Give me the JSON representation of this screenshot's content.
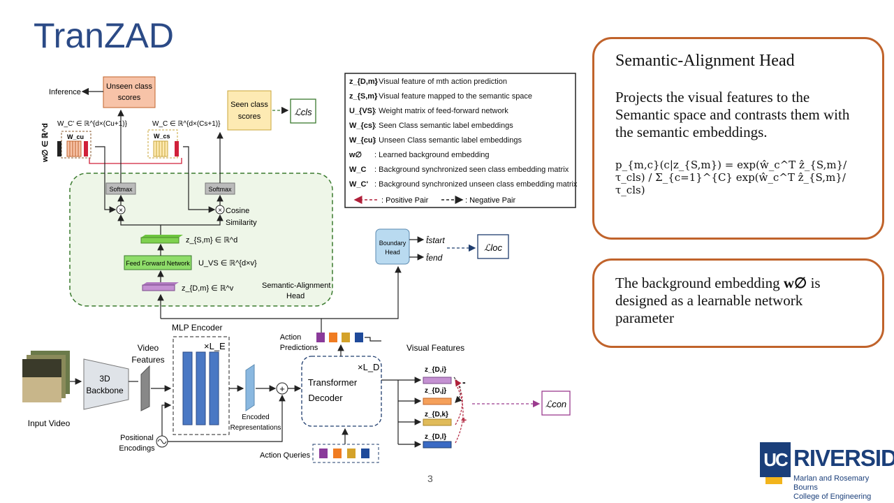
{
  "slide": {
    "title": "TranZAD",
    "page_number": "3"
  },
  "card_semantic": {
    "heading": "Semantic-Alignment Head",
    "body": "Projects the visual features to the Semantic space and contrasts them with the semantic embeddings.",
    "formula": "p_{m,c}(c|z_{S,m}) = exp(ŵ_c^T ẑ_{S,m}/τ_cls) / Σ_{c=1}^{C} exp(ŵ_c^T ẑ_{S,m}/τ_cls)"
  },
  "card_background": {
    "body_pre": "The background embedding",
    "symbol": "w∅",
    "body_post": "is designed as a learnable network parameter"
  },
  "logo": {
    "mark": "UC",
    "name": "RIVERSIDE",
    "line1": "Marlan and Rosemary Bourns",
    "line2": "College of Engineering"
  },
  "diagram": {
    "legend": [
      {
        "sym": "z_{D,m}",
        "text": ": Visual feature of mth action prediction"
      },
      {
        "sym": "z_{S,m}",
        "text": ": Visual feature mapped to the semantic space"
      },
      {
        "sym": "U_{VS}",
        "text": ": Weight matrix of feed-forward network"
      },
      {
        "sym": "W_{cs}",
        "text": ": Seen Class semantic label embeddings"
      },
      {
        "sym": "W_{cu}",
        "text": ": Unseen Class semantic label embeddings"
      },
      {
        "sym": "w∅",
        "text": ": Learned background embedding"
      },
      {
        "sym": "W_C",
        "text": ": Background synchronized seen class embedding matrix"
      },
      {
        "sym": "W_C'",
        "text": ": Background synchronized unseen class embedding matrix"
      }
    ],
    "legend_positive": ": Positive Pair",
    "legend_negative": ": Negative Pair",
    "inference": "Inference",
    "unseen_scores_1": "Unseen class",
    "unseen_scores_2": "scores",
    "seen_scores_1": "Seen class",
    "seen_scores_2": "scores",
    "loss_cls": "ℒcls",
    "loss_loc": "ℒloc",
    "loss_con": "ℒcon",
    "w_empty": "w∅ ∈ ℝ^d",
    "wc_prime": "W_C' ∈ ℝ^{d×(Cu+1)}",
    "wc": "W_C ∈ ℝ^{d×(Cs+1)}",
    "wcu": "W_cu",
    "wcs": "W_cs",
    "softmax": "Softmax",
    "cosine_1": "Cosine",
    "cosine_2": "Similarity",
    "zs": "z_{S,m} ∈ ℝ^d",
    "ffn": "Feed Forward Network",
    "uvs": "U_VS ∈ ℝ^{d×v}",
    "zd": "z_{D,m} ∈ ℝ^v",
    "sah_1": "Semantic-Alignment",
    "sah_2": "Head",
    "boundary_1": "Boundary",
    "boundary_2": "Head",
    "t_start": "t̂start",
    "t_end": "t̂end",
    "mlp_encoder": "MLP Encoder",
    "times_le": "×L_E",
    "times_ld": "×L_D",
    "video_features_1": "Video",
    "video_features_2": "Features",
    "backbone_1": "3D",
    "backbone_2": "Backbone",
    "input_video": "Input Video",
    "positional_1": "Positional",
    "positional_2": "Encodings",
    "encoded_1": "Encoded",
    "encoded_2": "Representations",
    "action_pred_1": "Action",
    "action_pred_2": "Predictions",
    "transformer_1": "Transformer",
    "transformer_2": "Decoder",
    "action_queries": "Action Queries",
    "visual_features": "Visual Features",
    "zdi": "z_{D,i}",
    "zdj": "z_{D,j}",
    "zdk": "z_{D,k}",
    "zdl": "z_{D,l}",
    "minus": "-",
    "plus": "+"
  }
}
